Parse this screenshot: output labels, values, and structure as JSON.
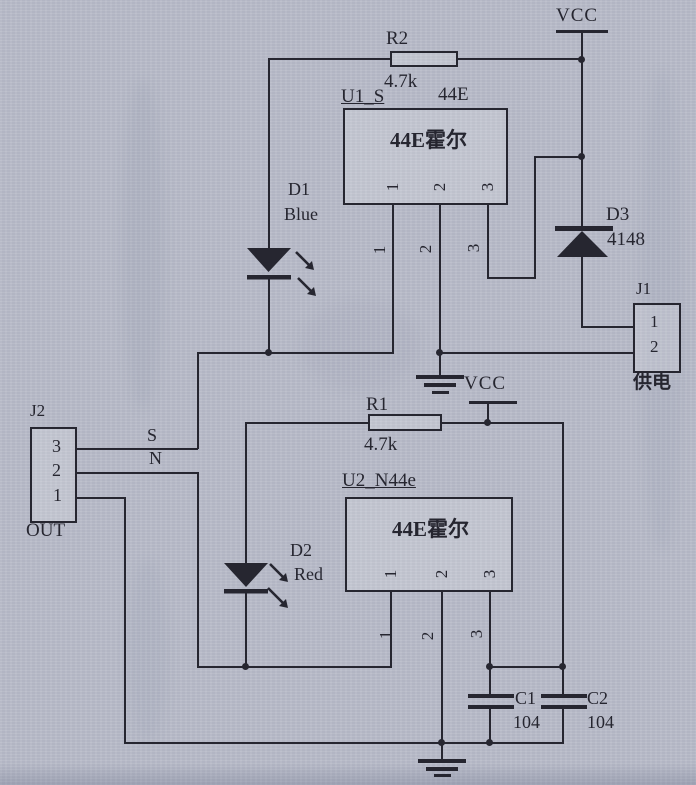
{
  "diagram": {
    "title_hint": "44E hall-sensor magnetic pole detector schematic (scanned)",
    "colors": {
      "paper": "#b8bbc8",
      "ink": "#262630"
    },
    "power": {
      "vcc_top": "VCC",
      "vcc_mid": "VCC"
    },
    "r2": {
      "ref": "R2",
      "value": "4.7k"
    },
    "r1": {
      "ref": "R1",
      "value": "4.7k"
    },
    "u1": {
      "ref": "U1_S",
      "type": "44E",
      "body": "44E霍尔",
      "pins": [
        "1",
        "2",
        "3"
      ]
    },
    "u2": {
      "ref": "U2_N44e",
      "body": "44E霍尔",
      "pins": [
        "1",
        "2",
        "3"
      ]
    },
    "d1": {
      "ref": "D1",
      "note": "Blue"
    },
    "d2": {
      "ref": "D2",
      "note": "Red"
    },
    "d3": {
      "ref": "D3",
      "value": "4148"
    },
    "j1": {
      "ref": "J1",
      "pins": [
        "1",
        "2"
      ],
      "caption": "供电"
    },
    "j2": {
      "ref": "J2",
      "pins": [
        "3",
        "2",
        "1"
      ],
      "caption": "OUT"
    },
    "nets": {
      "s": "S",
      "n": "N"
    },
    "c1": {
      "ref": "C1",
      "value": "104"
    },
    "c2": {
      "ref": "C2",
      "value": "104"
    }
  }
}
